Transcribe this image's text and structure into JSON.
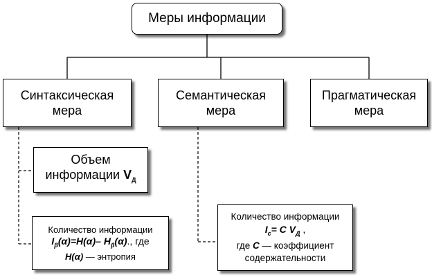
{
  "root": {
    "label": "Меры информации"
  },
  "level1": {
    "syntactic": {
      "line1": "Синтаксическая",
      "line2": "мера"
    },
    "semantic": {
      "line1": "Семантическая",
      "line2": "мера"
    },
    "pragmatic": {
      "line1": "Прагматическая",
      "line2": "мера"
    }
  },
  "volume": {
    "line1": "Объем",
    "line2": "информации",
    "symbol": "V",
    "symbol_sub": "Д"
  },
  "info_quantity": {
    "title": "Количество информации",
    "f_I": "I",
    "f_I_sub": "β",
    "f_arg": "(α)=",
    "f_H": "H(α)",
    "f_minus": "– ",
    "f_H2": "H",
    "f_H2_sub": "β",
    "f_H2_arg": "(α)",
    "f_tail": ".,  где",
    "entropy_symbol": "H(α)",
    "entropy_text": " — энтропия"
  },
  "semantic_quantity": {
    "title": "Количество информации",
    "f_I": "I",
    "f_I_sub": "c",
    "f_eq": "= C  V",
    "f_V_sub": "Д",
    "f_tail": " ,",
    "where_prefix": "где ",
    "where_C": "C",
    "where_text": " — коэффициент",
    "line4": "содержательности"
  }
}
